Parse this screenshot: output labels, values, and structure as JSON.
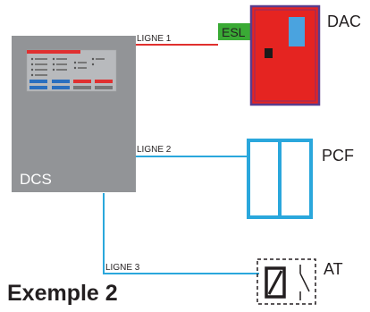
{
  "dcs": {
    "label": "DCS",
    "panel": {
      "header_color": "#e03030",
      "rows": [
        {
          "a": "",
          "b": ""
        },
        {
          "a": "",
          "b": ""
        }
      ]
    }
  },
  "lines": {
    "ligne1": "LIGNE 1",
    "ligne2": "LIGNE 2",
    "ligne3": "LIGNE 3"
  },
  "devices": {
    "esl": "ESL",
    "dac": "DAC",
    "pcf": "PCF",
    "at": "AT"
  },
  "caption": "Exemple 2",
  "colors": {
    "dcs_box": "#929497",
    "line_red": "#e0302e",
    "line_blue": "#2aa7dc",
    "dac_fill": "#e52421",
    "dac_border": "#5a3c8c",
    "esl_fill": "#3aaa35",
    "dac_window": "#4aa3df"
  }
}
